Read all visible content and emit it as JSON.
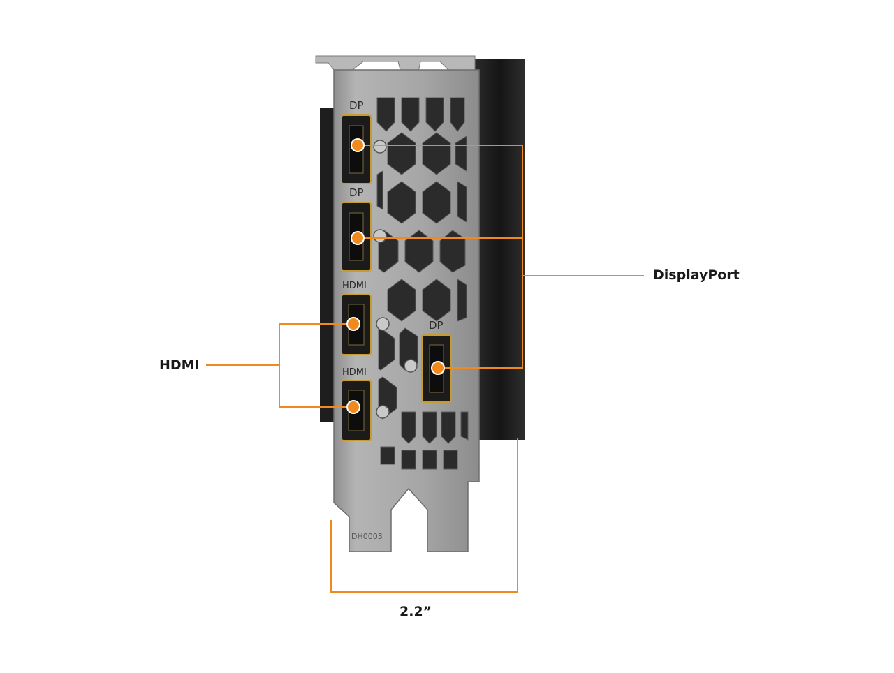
{
  "colors": {
    "accent": "#f08a1c",
    "bracket_metal": "#a9a9a9",
    "heatsink_dark": "#1c1c1c",
    "port_gold": "#c89a32",
    "background": "#ffffff"
  },
  "bracket": {
    "port_labels": [
      "DP",
      "DP",
      "HDMI",
      "HDMI",
      "DP"
    ],
    "part_code": "DH0003"
  },
  "callouts": {
    "displayport": "DisplayPort",
    "hdmi": "HDMI",
    "width": "2.2”"
  }
}
